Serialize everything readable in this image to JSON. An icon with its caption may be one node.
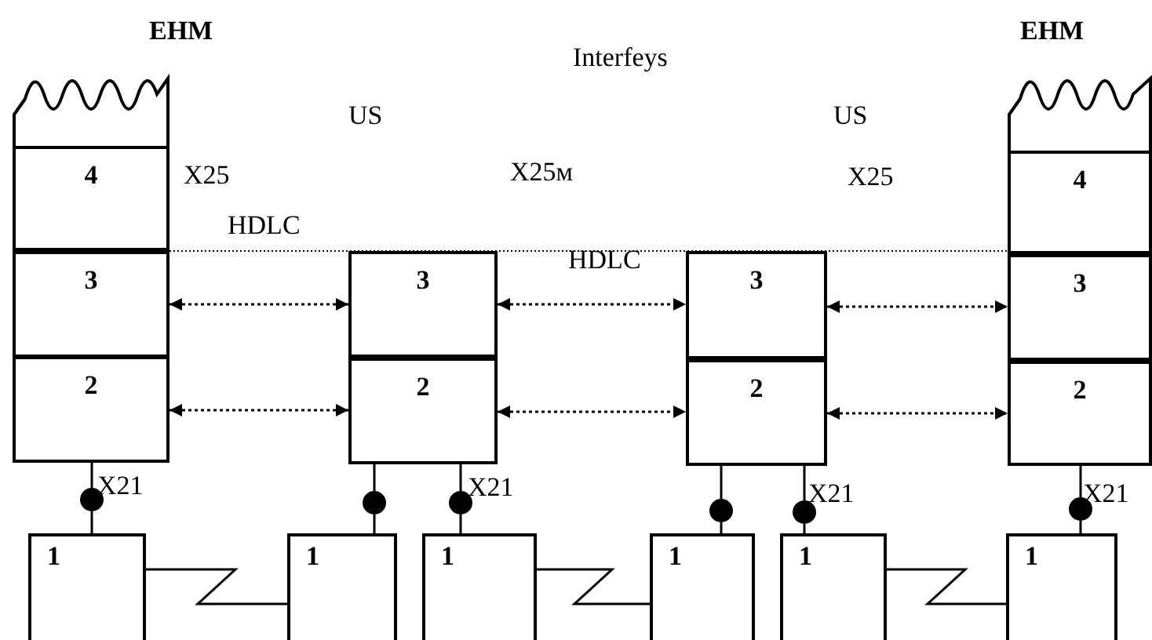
{
  "diagram": {
    "nodes": [
      {
        "text": [
          "EHM"
        ]
      },
      {
        "text": [
          "4"
        ],
        "in": 0
      },
      {
        "text": [
          "3"
        ],
        "in": 0
      },
      {
        "text": [
          "2"
        ],
        "in": 0
      },
      {
        "text": [
          "3"
        ]
      },
      {
        "text": [
          "2"
        ]
      },
      {
        "text": [
          "3"
        ]
      },
      {
        "text": [
          "2"
        ]
      },
      {
        "text": [
          "EHM"
        ]
      },
      {
        "text": [
          "4"
        ],
        "in": 8
      },
      {
        "text": [
          "3"
        ],
        "in": 8
      },
      {
        "text": [
          "2"
        ],
        "in": 8
      },
      {
        "text": [
          "1"
        ]
      },
      {
        "text": [
          "1"
        ]
      },
      {
        "text": [
          "1"
        ]
      },
      {
        "text": [
          "1"
        ]
      },
      {
        "text": [
          "1"
        ]
      },
      {
        "text": [
          "1"
        ]
      },
      {
        "text": [],
        "shape": "circle",
        "beside": [
          "X21"
        ]
      },
      {
        "text": [],
        "shape": "circle"
      },
      {
        "text": [],
        "shape": "circle",
        "beside": [
          "X21"
        ]
      },
      {
        "text": [],
        "shape": "circle"
      },
      {
        "text": [],
        "shape": "circle",
        "beside": [
          "X21"
        ]
      },
      {
        "text": [],
        "shape": "circle",
        "beside": [
          "X21"
        ]
      }
    ],
    "edges": [
      {
        "from": 2,
        "to": 4,
        "arrow": "both",
        "style": "dashed"
      },
      {
        "from": 3,
        "to": 5,
        "arrow": "both",
        "style": "dashed"
      },
      {
        "from": 4,
        "to": 6,
        "arrow": "both",
        "style": "dashed"
      },
      {
        "from": 5,
        "to": 7,
        "arrow": "both",
        "style": "dashed"
      },
      {
        "from": 6,
        "to": 10,
        "arrow": "both",
        "style": "dashed"
      },
      {
        "from": 7,
        "to": 11,
        "arrow": "both",
        "style": "dashed"
      },
      {
        "from": 3,
        "to": 18,
        "arrow": "none"
      },
      {
        "from": 18,
        "to": 12,
        "arrow": "none"
      },
      {
        "from": 5,
        "to": 19,
        "arrow": "none"
      },
      {
        "from": 19,
        "to": 13,
        "arrow": "none"
      },
      {
        "from": 5,
        "to": 20,
        "arrow": "none"
      },
      {
        "from": 20,
        "to": 14,
        "arrow": "none"
      },
      {
        "from": 7,
        "to": 21,
        "arrow": "none"
      },
      {
        "from": 21,
        "to": 15,
        "arrow": "none"
      },
      {
        "from": 7,
        "to": 22,
        "arrow": "none"
      },
      {
        "from": 22,
        "to": 16,
        "arrow": "none"
      },
      {
        "from": 11,
        "to": 23,
        "arrow": "none"
      },
      {
        "from": 23,
        "to": 17,
        "arrow": "none"
      },
      {
        "from": 12,
        "to": 13,
        "arrow": "none"
      },
      {
        "from": 14,
        "to": 15,
        "arrow": "none"
      },
      {
        "from": 16,
        "to": 17,
        "arrow": "none"
      }
    ],
    "labels": [
      "Interfeys",
      "US",
      "US",
      "X25",
      "X25м",
      "X25",
      "HDLC",
      "HDLC"
    ]
  }
}
